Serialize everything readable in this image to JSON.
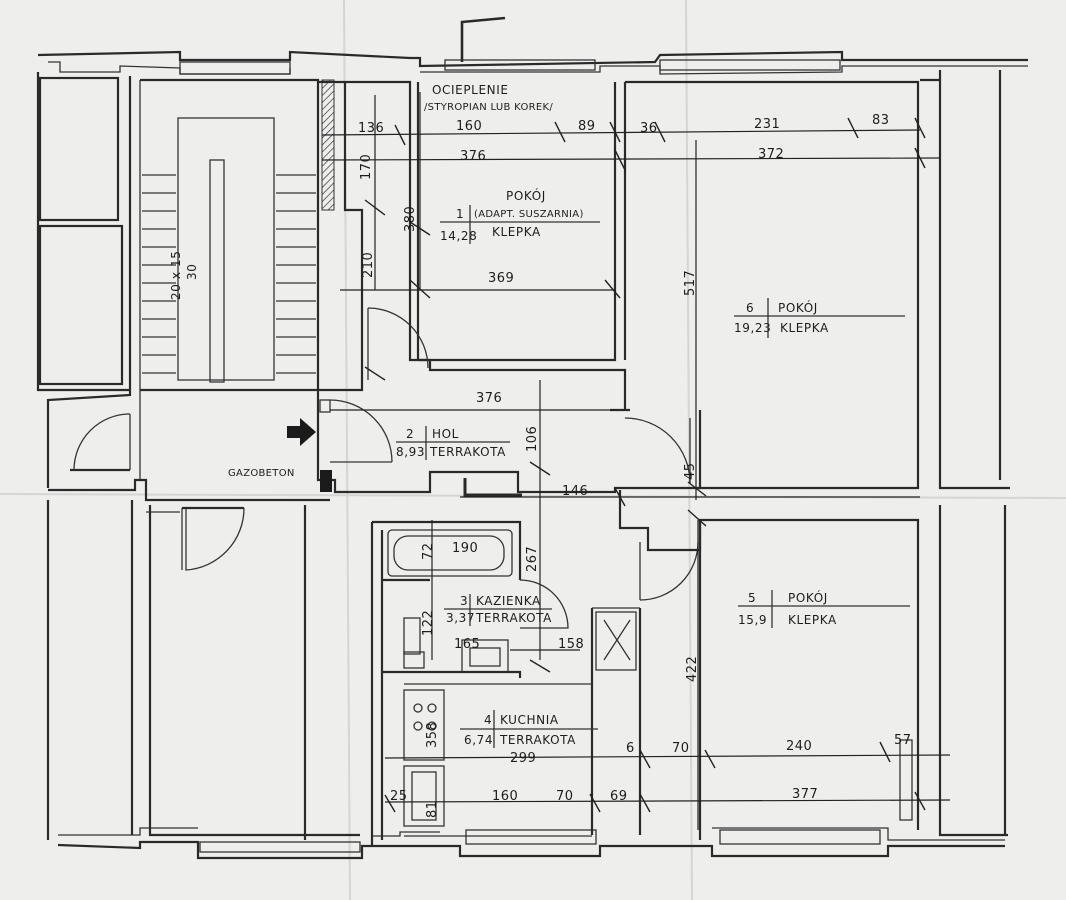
{
  "notes": {
    "insulation_line1": "OCIEPLENIE",
    "insulation_line2": "/STYROPIAN LUB KOREK/",
    "gazobeton": "GAZOBETON",
    "stair_dims_1": "20 x 15",
    "stair_dims_2": "30"
  },
  "rooms": [
    {
      "number": "1",
      "name": "POKÓJ",
      "sub": "(ADAPT. SUSZARNIA)",
      "area": "14,28",
      "floor": "KLEPKA"
    },
    {
      "number": "2",
      "name": "HOL",
      "area": "8,93",
      "floor": "TERRAKOTA"
    },
    {
      "number": "3",
      "name": "KAZIENKA",
      "area": "3,37",
      "floor": "TERRAKOTA"
    },
    {
      "number": "4",
      "name": "KUCHNIA",
      "area": "6,74",
      "floor": "TERRAKOTA"
    },
    {
      "number": "5",
      "name": "POKÓJ",
      "area": "15,9",
      "floor": "KLEPKA"
    },
    {
      "number": "6",
      "name": "POKÓJ",
      "area": "19,23",
      "floor": "KLEPKA"
    }
  ],
  "dimensions": {
    "top_136": "136",
    "top_160": "160",
    "top_89": "89",
    "top_36": "36",
    "top_231": "231",
    "top_83": "83",
    "top_376": "376",
    "top_372": "372",
    "v_170": "170",
    "v_380": "380",
    "v_210": "210",
    "v_517": "517",
    "mid_369": "369",
    "hall_376": "376",
    "v_106": "106",
    "mid_146": "146",
    "v_45": "45",
    "bath_190": "190",
    "v_72": "72",
    "v_267": "267",
    "v_122": "122",
    "b_165": "165",
    "b_158": "158",
    "v_422": "422",
    "v_358": "358",
    "k_299": "299",
    "k_6": "6",
    "k_70": "70",
    "k_240": "240",
    "k_57": "57",
    "bot_25": "25",
    "v_81": "81",
    "bot_160": "160",
    "bot_70": "70",
    "bot_69": "69",
    "bot_377": "377"
  }
}
